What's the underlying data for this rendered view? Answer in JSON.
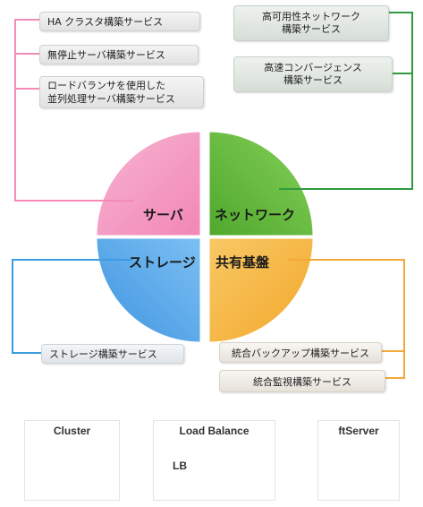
{
  "quadrants": {
    "server": {
      "label": "サーバ",
      "color": "#f49ac1"
    },
    "network": {
      "label": "ネットワーク",
      "color": "#5fb83a"
    },
    "storage": {
      "label": "ストレージ",
      "color": "#4aa3e8"
    },
    "infra": {
      "label": "共有基盤",
      "color": "#f5b43a"
    }
  },
  "server_services": [
    "HA クラスタ構築サービス",
    "無停止サーバ構築サービス",
    "ロードバランサを使用した",
    "並列処理サーバ構築サービス"
  ],
  "network_services": [
    "高可用性ネットワーク",
    "構築サービス",
    "高速コンバージェンス",
    "構築サービス"
  ],
  "storage_services": [
    "ストレージ構築サービス"
  ],
  "infra_services": [
    "統合バックアップ構築サービス",
    "統合監視構築サービス"
  ],
  "products": [
    {
      "title": "Cluster"
    },
    {
      "title": "Load Balance",
      "badge": "LB"
    },
    {
      "title": "ftServer"
    }
  ]
}
